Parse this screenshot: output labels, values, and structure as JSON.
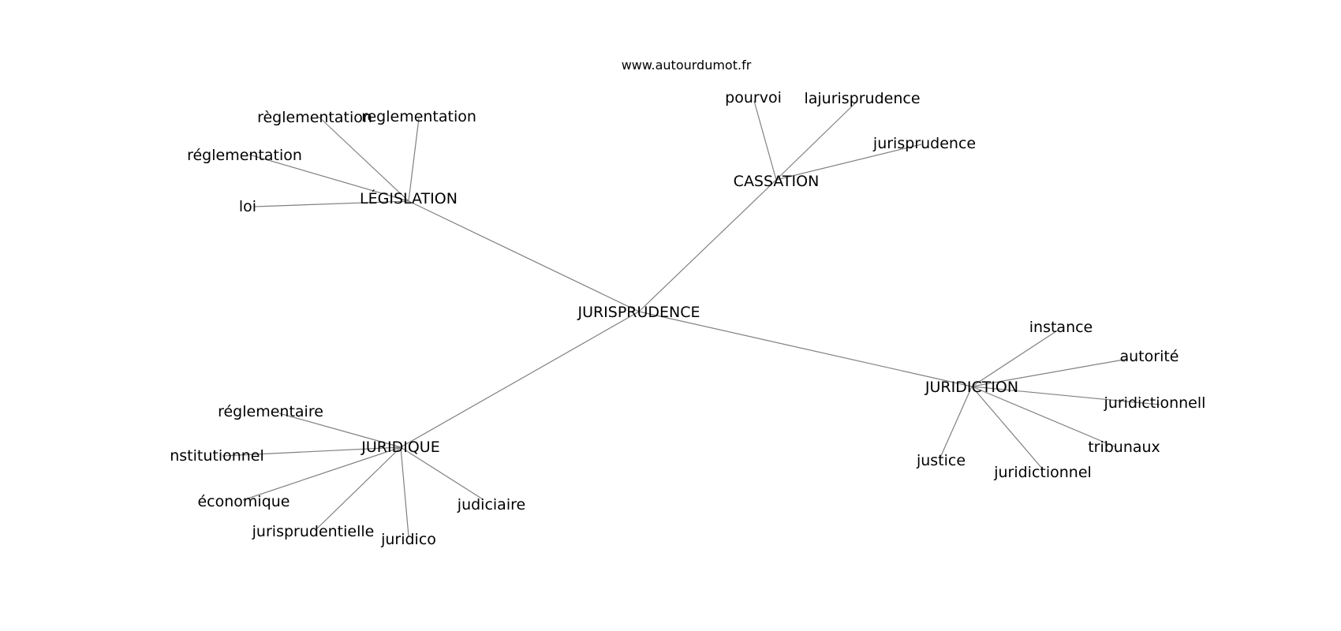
{
  "watermark": "www.autourdumot.fr",
  "center": "JURISPRUDENCE",
  "nodes": [
    {
      "id": "center",
      "label": "JURISPRUDENCE"
    },
    {
      "id": "legislation",
      "label": "LÉGISLATION"
    },
    {
      "id": "cassation",
      "label": "CASSATION"
    },
    {
      "id": "juridiction",
      "label": "JURIDICTION"
    },
    {
      "id": "juridique",
      "label": "JURIDIQUE"
    },
    {
      "id": "reglementation-grave",
      "label": "règlementation"
    },
    {
      "id": "reglementation-plain",
      "label": "reglementation"
    },
    {
      "id": "reglementation-acute",
      "label": "réglementation"
    },
    {
      "id": "loi",
      "label": "loi"
    },
    {
      "id": "pourvoi",
      "label": "pourvoi"
    },
    {
      "id": "lajurisprudence",
      "label": "lajurisprudence"
    },
    {
      "id": "jurisprudence",
      "label": "jurisprudence"
    },
    {
      "id": "instance",
      "label": "instance"
    },
    {
      "id": "autorite",
      "label": "autorité"
    },
    {
      "id": "juridictionnell",
      "label": "juridictionnell"
    },
    {
      "id": "tribunaux",
      "label": "tribunaux"
    },
    {
      "id": "juridictionnel",
      "label": "juridictionnel"
    },
    {
      "id": "justice",
      "label": "justice"
    },
    {
      "id": "reglementaire",
      "label": "réglementaire"
    },
    {
      "id": "nstitutionnel",
      "label": "nstitutionnel"
    },
    {
      "id": "economique",
      "label": "économique"
    },
    {
      "id": "jurisprudentielle",
      "label": "jurisprudentielle"
    },
    {
      "id": "juridico",
      "label": "juridico"
    },
    {
      "id": "judiciaire",
      "label": "judiciaire"
    }
  ],
  "edges": [
    [
      "center",
      "legislation"
    ],
    [
      "center",
      "cassation"
    ],
    [
      "center",
      "juridiction"
    ],
    [
      "center",
      "juridique"
    ],
    [
      "legislation",
      "reglementation-grave"
    ],
    [
      "legislation",
      "reglementation-plain"
    ],
    [
      "legislation",
      "reglementation-acute"
    ],
    [
      "legislation",
      "loi"
    ],
    [
      "cassation",
      "pourvoi"
    ],
    [
      "cassation",
      "lajurisprudence"
    ],
    [
      "cassation",
      "jurisprudence"
    ],
    [
      "juridiction",
      "instance"
    ],
    [
      "juridiction",
      "autorite"
    ],
    [
      "juridiction",
      "juridictionnell"
    ],
    [
      "juridiction",
      "tribunaux"
    ],
    [
      "juridiction",
      "juridictionnel"
    ],
    [
      "juridiction",
      "justice"
    ],
    [
      "juridique",
      "reglementaire"
    ],
    [
      "juridique",
      "nstitutionnel"
    ],
    [
      "juridique",
      "economique"
    ],
    [
      "juridique",
      "jurisprudentielle"
    ],
    [
      "juridique",
      "juridico"
    ],
    [
      "juridique",
      "judiciaire"
    ]
  ],
  "colors": {
    "edge": "#808080",
    "text": "#000000",
    "background": "#ffffff"
  }
}
